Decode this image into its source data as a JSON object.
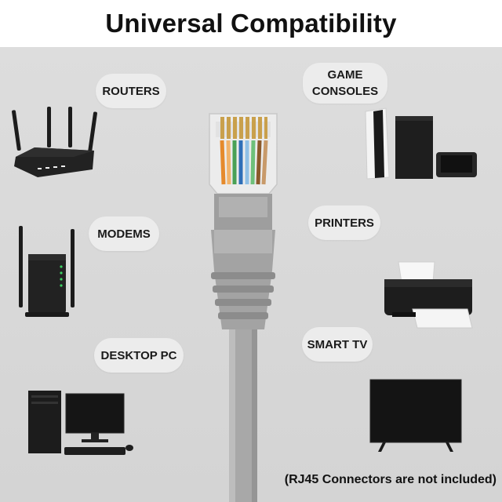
{
  "title": "Universal Compatibility",
  "devices": {
    "routers": "ROUTERS",
    "game_consoles": "GAME\nCONSOLES",
    "modems": "MODEMS",
    "printers": "PRINTERS",
    "desktop_pc": "DESKTOP PC",
    "smart_tv": "SMART TV"
  },
  "footnote": "(RJ45 Connectors are not included)",
  "icons": {
    "router": "router-icon",
    "console": "game-console-icon",
    "modem": "modem-icon",
    "printer": "printer-icon",
    "desktop": "desktop-pc-icon",
    "tv": "smart-tv-icon",
    "cable": "ethernet-cable-icon"
  },
  "colors": {
    "background": "#d9d9d9",
    "header": "#ffffff",
    "pill": "#ececec",
    "cable": "#a9a9a9",
    "text": "#111111"
  }
}
